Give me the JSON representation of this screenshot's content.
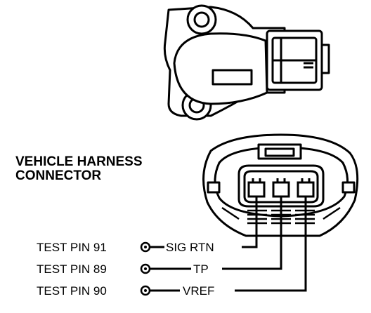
{
  "title": {
    "line1": "VEHICLE HARNESS",
    "line2": "CONNECTOR"
  },
  "pins": [
    {
      "pin": "TEST PIN 91",
      "signal": "SIG RTN"
    },
    {
      "pin": "TEST PIN 89",
      "signal": "TP"
    },
    {
      "pin": "TEST PIN 90",
      "signal": "VREF"
    }
  ],
  "colors": {
    "ink": "#000000",
    "paper": "#ffffff"
  }
}
